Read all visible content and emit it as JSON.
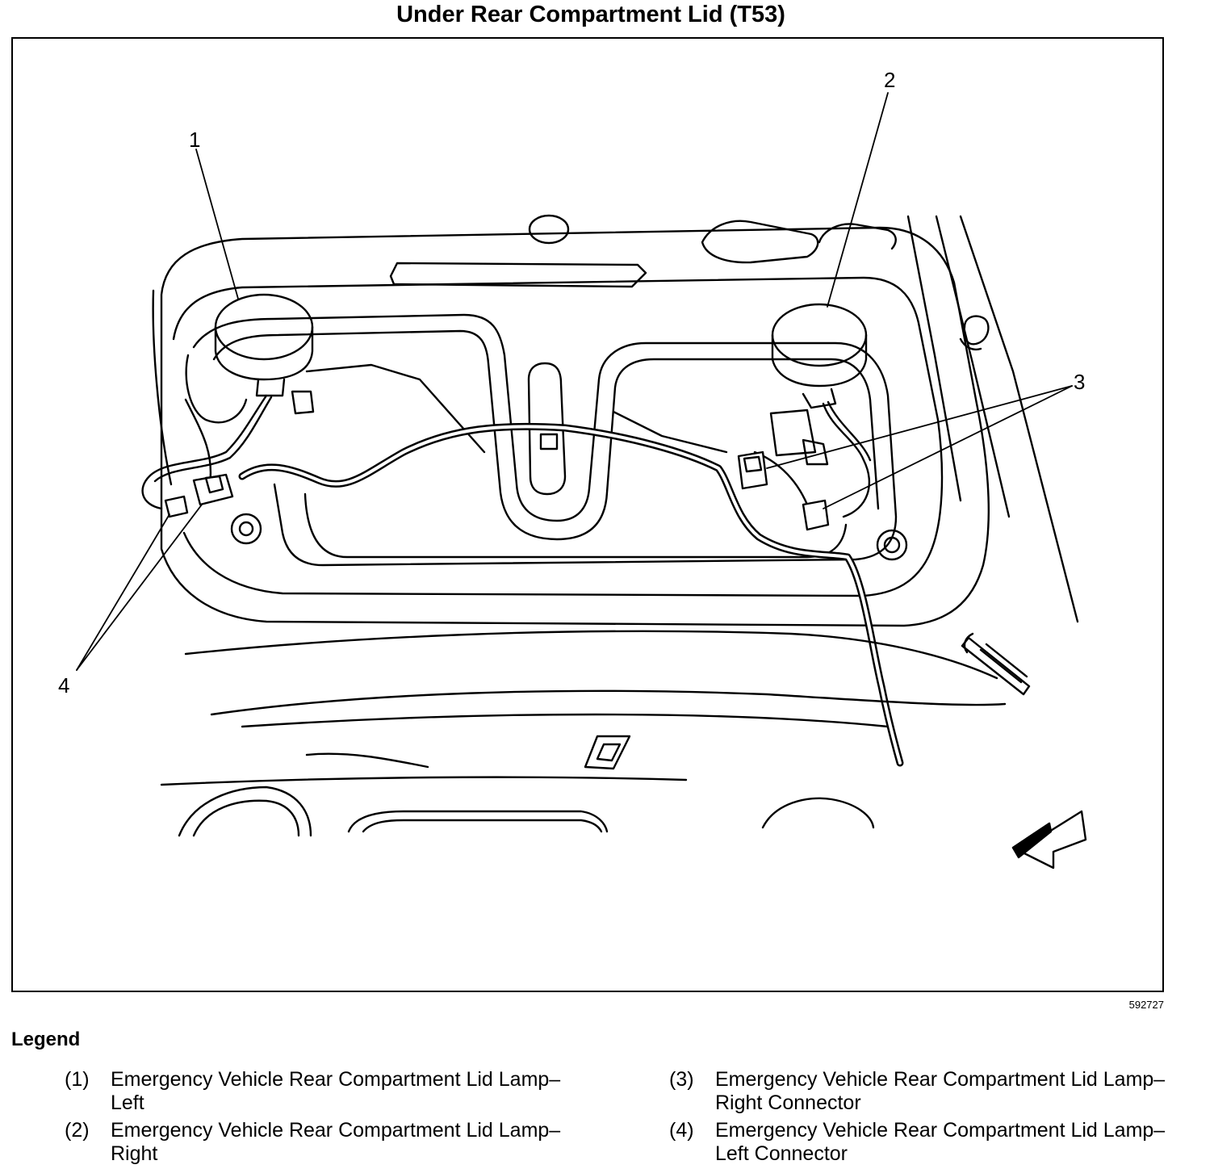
{
  "title": "Under Rear Compartment Lid (T53)",
  "figure_id": "592727",
  "callouts": [
    "1",
    "2",
    "3",
    "4"
  ],
  "legend": {
    "heading": "Legend",
    "items": [
      {
        "num": "(1)",
        "text": "Emergency Vehicle Rear Compartment Lid Lamp–Left"
      },
      {
        "num": "(2)",
        "text": "Emergency Vehicle Rear Compartment Lid Lamp–Right"
      },
      {
        "num": "(3)",
        "text": "Emergency Vehicle Rear Compartment Lid Lamp–Right Connector"
      },
      {
        "num": "(4)",
        "text": "Emergency Vehicle Rear Compartment Lid Lamp–Left Connector"
      }
    ]
  }
}
